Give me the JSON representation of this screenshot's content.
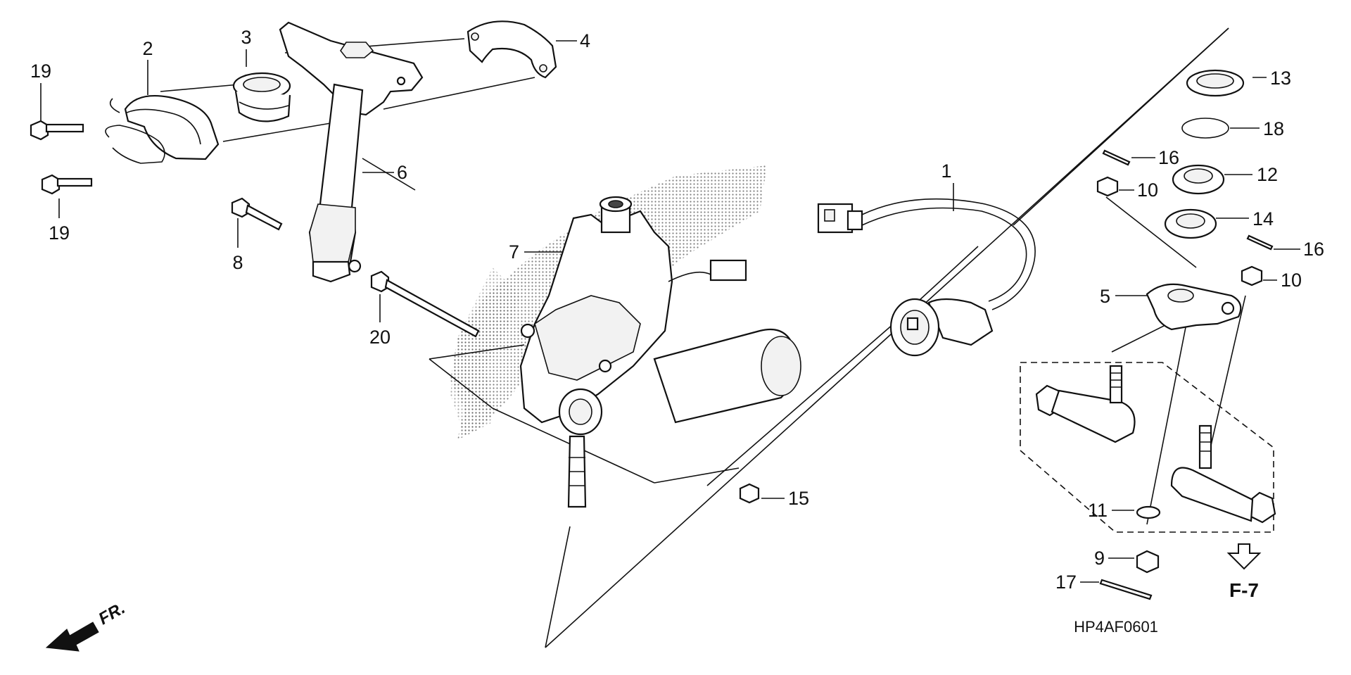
{
  "diagram_code": "HP4AF0601",
  "reference": "F-7",
  "direction": "FR.",
  "callouts": [
    {
      "id": "c1",
      "label": "1"
    },
    {
      "id": "c2",
      "label": "2"
    },
    {
      "id": "c3",
      "label": "3"
    },
    {
      "id": "c4",
      "label": "4"
    },
    {
      "id": "c5",
      "label": "5"
    },
    {
      "id": "c6",
      "label": "6"
    },
    {
      "id": "c7",
      "label": "7"
    },
    {
      "id": "c8",
      "label": "8"
    },
    {
      "id": "c9",
      "label": "9"
    },
    {
      "id": "c10a",
      "label": "10"
    },
    {
      "id": "c10b",
      "label": "10"
    },
    {
      "id": "c11",
      "label": "11"
    },
    {
      "id": "c12",
      "label": "12"
    },
    {
      "id": "c13",
      "label": "13"
    },
    {
      "id": "c14",
      "label": "14"
    },
    {
      "id": "c15",
      "label": "15"
    },
    {
      "id": "c16a",
      "label": "16"
    },
    {
      "id": "c16b",
      "label": "16"
    },
    {
      "id": "c17",
      "label": "17"
    },
    {
      "id": "c18",
      "label": "18"
    },
    {
      "id": "c19a",
      "label": "19"
    },
    {
      "id": "c19b",
      "label": "19"
    },
    {
      "id": "c20",
      "label": "20"
    }
  ]
}
